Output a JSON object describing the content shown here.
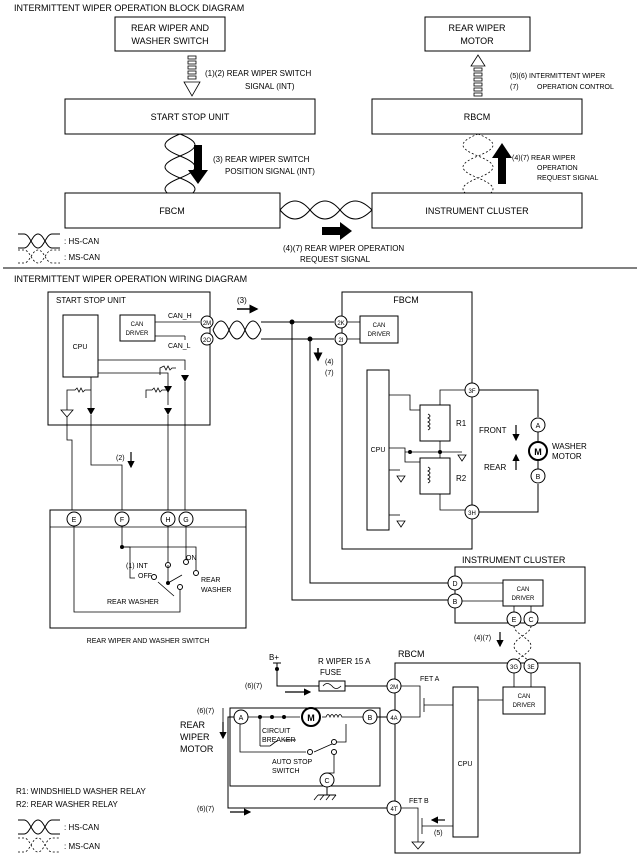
{
  "block": {
    "title": "INTERMITTENT WIPER OPERATION BLOCK DIAGRAM",
    "rear_switch": [
      "REAR WIPER AND",
      "WASHER SWITCH"
    ],
    "rear_motor": [
      "REAR WIPER",
      "MOTOR"
    ],
    "start_stop": "START STOP UNIT",
    "rbcm": "RBCM",
    "fbcm": "FBCM",
    "cluster": "INSTRUMENT CLUSTER",
    "sig12": [
      "(1)(2) REAR WIPER SWITCH",
      "SIGNAL (INT)"
    ],
    "sig3": [
      "(3) REAR WIPER SWITCH",
      "POSITION SIGNAL (INT)"
    ],
    "sig567": [
      "(5)(6) INTERMITTENT WIPER",
      "(7)",
      "OPERATION CONTROL"
    ],
    "sig47r": [
      "(4)(7) REAR WIPER",
      "OPERATION",
      "REQUEST SIGNAL"
    ],
    "sig47b": [
      "(4)(7) REAR WIPER  OPERATION",
      "REQUEST SIGNAL"
    ],
    "legend_hs": ": HS-CAN",
    "legend_ms": ": MS-CAN"
  },
  "wiring": {
    "title": "INTERMITTENT WIPER OPERATION WIRING DIAGRAM",
    "start_stop": "START STOP UNIT",
    "cpu": "CPU",
    "can_driver": [
      "CAN",
      "DRIVER"
    ],
    "can_h": "CAN_H",
    "can_l": "CAN_L",
    "t_2m": "2M",
    "t_2o": "2O",
    "t_2k": "2K",
    "t_2i": "2I",
    "fbcm": "FBCM",
    "t_3f": "3F",
    "t_3h": "3H",
    "r1": "R1",
    "r2": "R2",
    "front": "FRONT",
    "rear": "REAR",
    "washer_motor": [
      "WASHER",
      "MOTOR"
    ],
    "motor_m": "M",
    "t_a": "A",
    "t_b": "B",
    "sig3": "(3)",
    "sig47a": "(4)",
    "sig47b": "(7)",
    "sig2": "(2)",
    "sw_terms": [
      "E",
      "F",
      "H",
      "G"
    ],
    "sw_int": "(1) INT",
    "sw_on": "ON",
    "sw_off": "OFF",
    "sw_rear_wash_l": "REAR WASHER",
    "sw_rear_wash_r": [
      "REAR",
      "WASHER"
    ],
    "rear_switch_caption": "REAR WIPER AND WASHER SWITCH",
    "cluster": "INSTRUMENT CLUSTER",
    "t_d": "D",
    "t_e": "E",
    "t_c": "C",
    "sig47_cl": "(4)(7)",
    "rbcm": "RBCM",
    "t_3g": "3G",
    "t_3e": "3E",
    "bplus": "B+",
    "fuse": [
      "R WIPER 15 A",
      "FUSE"
    ],
    "sig67a": "(6)(7)",
    "sig67b": "(6)(7)",
    "sig67c": "(6)(7)",
    "t_2m_r": "2M",
    "t_4a": "4A",
    "t_4t": "4T",
    "fet_a": "FET A",
    "fet_b": "FET B",
    "sig5": "(5)",
    "rear_wiper_motor": [
      "REAR",
      "WIPER",
      "MOTOR"
    ],
    "circuit_breaker": [
      "CIRCUIT",
      "BREAKER"
    ],
    "auto_stop": [
      "AUTO STOP",
      "SWITCH"
    ],
    "r1_note": "R1: WINDSHIELD WASHER RELAY",
    "r2_note": "R2: REAR WASHER RELAY",
    "legend_hs": ": HS-CAN",
    "legend_ms": ": MS-CAN"
  }
}
